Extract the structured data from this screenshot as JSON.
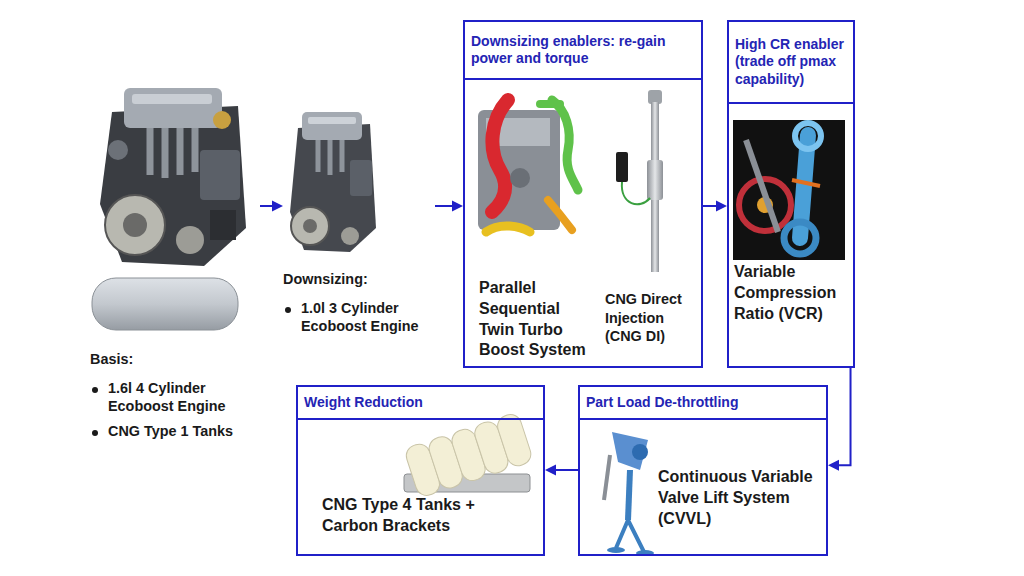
{
  "diagram": {
    "nodes": [
      {
        "text": [
          "Basis:",
          "1.6l 4 Cylinder Ecoboost Engine",
          "CNG Type 1 Tanks"
        ]
      },
      {
        "text": [
          "Downsizing:",
          "1.0l 3 Cylinder Ecoboost Engine"
        ]
      },
      {
        "text": [
          "Downsizing enablers: re-gain power and torque",
          "Parallel Sequential Twin Turbo Boost System",
          "CNG Direct Injection (CNG DI)"
        ]
      },
      {
        "text": [
          "High CR enabler (trade off pmax capability)",
          "Variable Compression Ratio (VCR)"
        ]
      },
      {
        "text": [
          "Part Load De-throttling",
          "Continuous Variable Valve Lift System (CVVL)"
        ]
      },
      {
        "text": [
          "Weight Reduction",
          "CNG Type 4 Tanks + Carbon Brackets"
        ]
      }
    ],
    "edges": [
      {
        "from": 0,
        "to": 1,
        "arrow": "to"
      },
      {
        "from": 1,
        "to": 2,
        "arrow": "to"
      },
      {
        "from": 2,
        "to": 3,
        "arrow": "to"
      },
      {
        "from": 3,
        "to": 4,
        "arrow": "to"
      },
      {
        "from": 4,
        "to": 5,
        "arrow": "to"
      }
    ]
  }
}
